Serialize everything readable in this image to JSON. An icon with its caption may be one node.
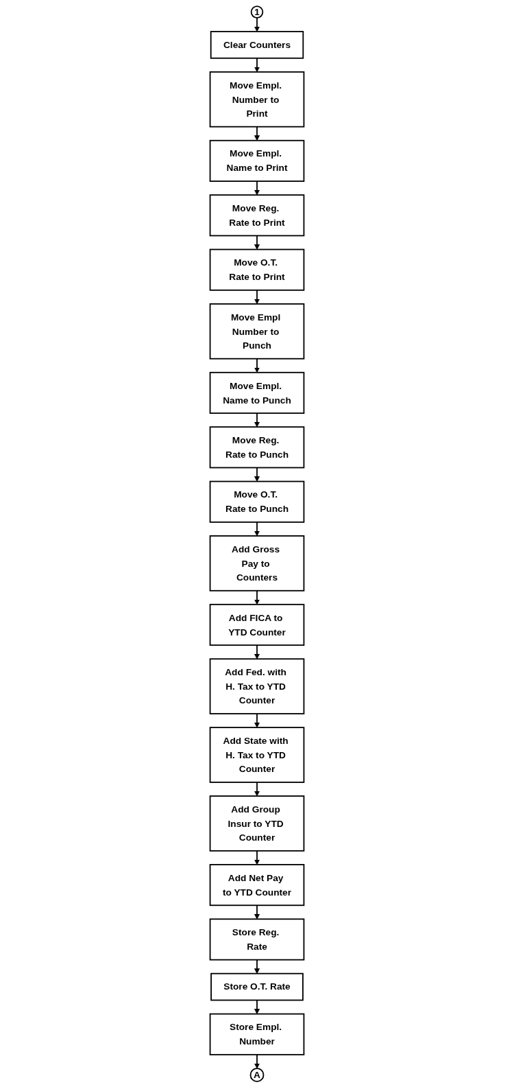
{
  "diagram": {
    "nodes": [
      {
        "text": [
          "1"
        ]
      },
      {
        "text": [
          "Clear Counters"
        ]
      },
      {
        "text": [
          "Move Empl. Number to Print"
        ]
      },
      {
        "text": [
          "Move Empl. Name to Print"
        ]
      },
      {
        "text": [
          "Move Reg. Rate to Print"
        ]
      },
      {
        "text": [
          "Move O.T. Rate to Print"
        ]
      },
      {
        "text": [
          "Move Empl Number to Punch"
        ]
      },
      {
        "text": [
          "Move Empl. Name to Punch"
        ]
      },
      {
        "text": [
          "Move Reg. Rate to Punch"
        ]
      },
      {
        "text": [
          "Move O.T. Rate to Punch"
        ]
      },
      {
        "text": [
          "Add Gross Pay to Counters"
        ]
      },
      {
        "text": [
          "Add FICA to YTD Counter"
        ]
      },
      {
        "text": [
          "Add Fed. with H. Tax to YTD Counter"
        ]
      },
      {
        "text": [
          "Add State with H. Tax to YTD Counter"
        ]
      },
      {
        "text": [
          "Add Group Insur to YTD Counter"
        ]
      },
      {
        "text": [
          "Add Net Pay to YTD Counter"
        ]
      },
      {
        "text": [
          "Store Reg. Rate"
        ]
      },
      {
        "text": [
          "Store O.T. Rate"
        ]
      },
      {
        "text": [
          "Store Empl. Number"
        ]
      },
      {
        "text": [
          "A"
        ]
      }
    ],
    "edges": [
      {
        "from": 0,
        "to": 1,
        "arrow": "to"
      },
      {
        "from": 1,
        "to": 2,
        "arrow": "to"
      },
      {
        "from": 2,
        "to": 3,
        "arrow": "to"
      },
      {
        "from": 3,
        "to": 4,
        "arrow": "to"
      },
      {
        "from": 4,
        "to": 5,
        "arrow": "to"
      },
      {
        "from": 5,
        "to": 6,
        "arrow": "to"
      },
      {
        "from": 6,
        "to": 7,
        "arrow": "to"
      },
      {
        "from": 7,
        "to": 8,
        "arrow": "to"
      },
      {
        "from": 8,
        "to": 9,
        "arrow": "to"
      },
      {
        "from": 9,
        "to": 10,
        "arrow": "to"
      },
      {
        "from": 10,
        "to": 11,
        "arrow": "to"
      },
      {
        "from": 11,
        "to": 12,
        "arrow": "to"
      },
      {
        "from": 12,
        "to": 13,
        "arrow": "to"
      },
      {
        "from": 13,
        "to": 14,
        "arrow": "to"
      },
      {
        "from": 14,
        "to": 15,
        "arrow": "to"
      },
      {
        "from": 15,
        "to": 16,
        "arrow": "to"
      },
      {
        "from": 16,
        "to": 17,
        "arrow": "to"
      },
      {
        "from": 17,
        "to": 18,
        "arrow": "to"
      },
      {
        "from": 18,
        "to": 19,
        "arrow": "to"
      }
    ]
  }
}
